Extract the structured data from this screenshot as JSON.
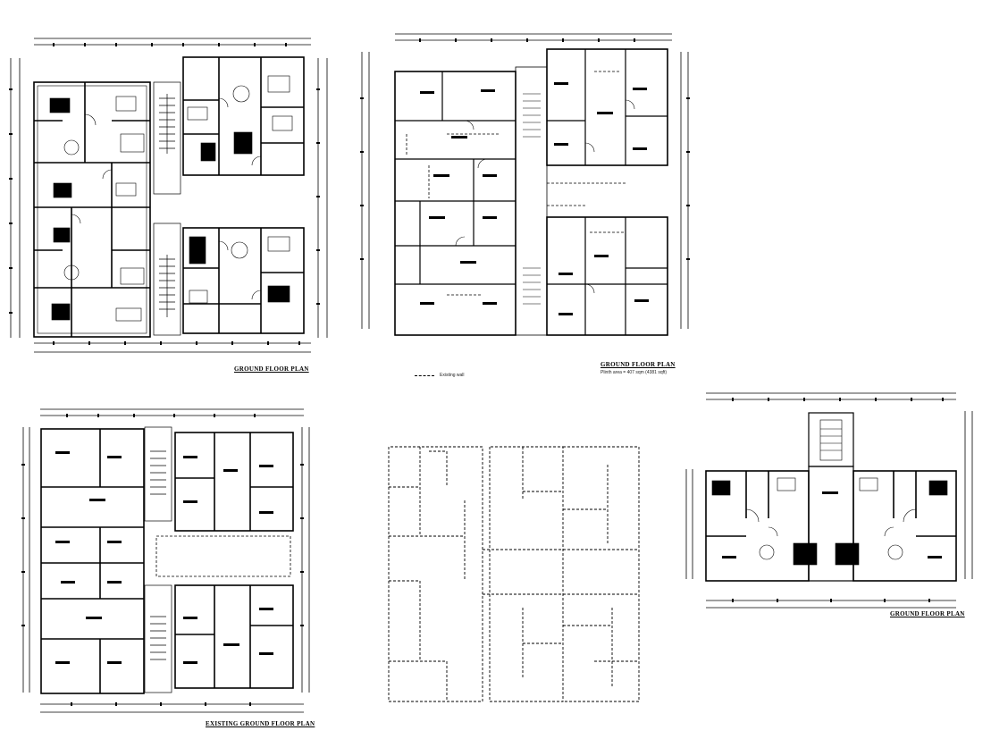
{
  "colors": {
    "line": "#000000",
    "background": "#ffffff"
  },
  "plans": [
    {
      "title": "GROUND FLOOR PLAN"
    },
    {
      "title": "GROUND FLOOR PLAN",
      "plinth_note": "Plinth area = 407 sqm (4381 sqft)",
      "legend_label": "Existing wall"
    },
    {
      "title": "EXISTING GROUND FLOOR PLAN"
    },
    {
      "title": ""
    },
    {
      "title": "GROUND FLOOR PLAN"
    }
  ]
}
